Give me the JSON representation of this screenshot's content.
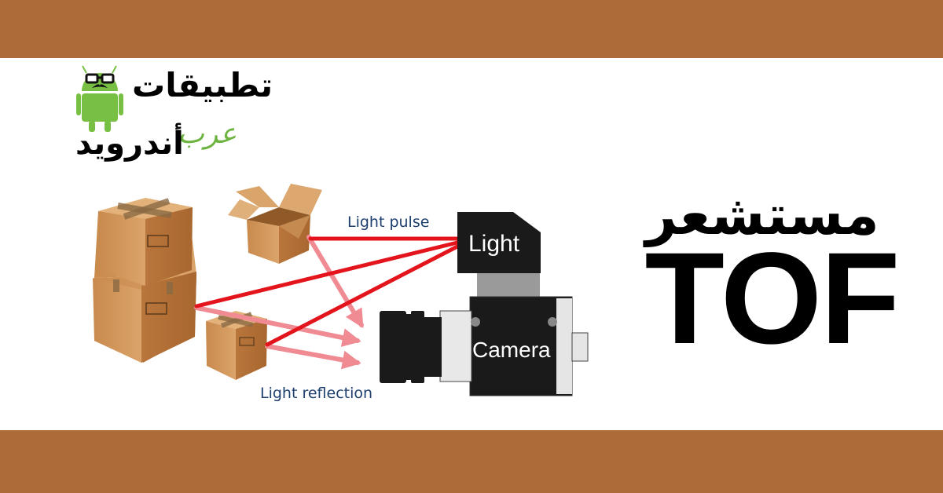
{
  "layout": {
    "band_color": "#ad6b39",
    "background": "#ffffff"
  },
  "logo": {
    "mascot": "android-robot-with-glasses-and-mustache",
    "mascot_color": "#78c043",
    "text_line1": "تطبيقات",
    "text_accent": "عرب",
    "text_line2": "أندرويد",
    "accent_color": "#6cb33f"
  },
  "title": {
    "arabic": "مستشعر",
    "english": "TOF"
  },
  "diagram": {
    "light_label": "Light",
    "camera_label": "Camera",
    "pulse_label": "Light pulse",
    "reflection_label": "Light reflection",
    "pulse_color": "#e3141c",
    "reflection_color": "#f08a93",
    "box_color": "#d49a5c",
    "device_color": "#1a1a1a",
    "label_color": "#1d3f6e"
  }
}
